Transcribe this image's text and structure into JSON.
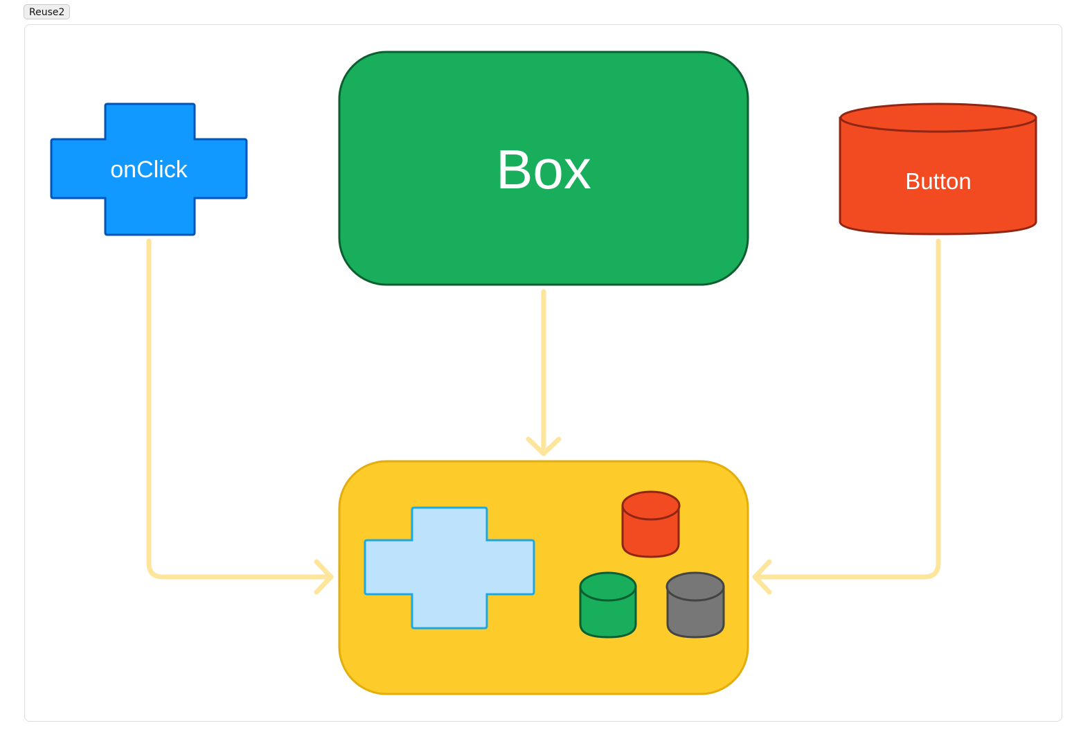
{
  "tab": {
    "label": "Reuse2"
  },
  "nodes": {
    "onclick": {
      "label": "onClick",
      "fill": "#1199ff",
      "stroke": "#0055bb"
    },
    "box": {
      "label": "Box",
      "fill": "#18ae5c",
      "stroke": "#0b5e30"
    },
    "button": {
      "label": "Button",
      "fill": "#f24a21",
      "stroke": "#8f2613"
    },
    "composite": {
      "fill": "#fdcc2a",
      "stroke": "#e3ad0c",
      "cross_fill": "#bde3fc",
      "cross_stroke": "#1ca8e5",
      "cylinders": [
        "red",
        "green",
        "gray"
      ]
    }
  },
  "edges": [
    {
      "from": "onclick",
      "to": "composite"
    },
    {
      "from": "box",
      "to": "composite"
    },
    {
      "from": "button",
      "to": "composite"
    }
  ],
  "edge_color": "#fde59c"
}
